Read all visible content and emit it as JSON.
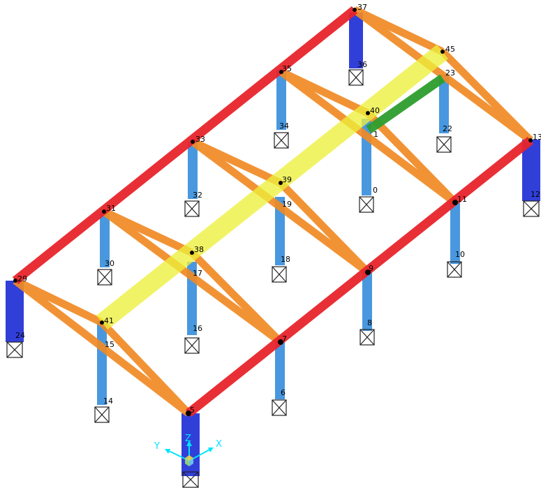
{
  "viewport": {
    "name": "3d-frame-model-view",
    "background": "#ffffff"
  },
  "colors": {
    "roof_beam": "#e8242c",
    "column_light": "#3a8fdc",
    "column_dark": "#1f2fd6",
    "brace": "#f08a24",
    "ridge_beam": "#eef03c",
    "green_brace": "#2e9e2e",
    "support": "#222222",
    "node": "#000000",
    "axis": "#00e5ff"
  },
  "axes": {
    "x_label": "X",
    "y_label": "Y",
    "z_label": "Z"
  },
  "node_labels": {
    "n37": "37",
    "n45": "45",
    "n23": "23",
    "n36": "36",
    "n35": "35",
    "n40": "40",
    "n21": "1",
    "n34": "34",
    "n22": "22",
    "n13": "13",
    "n12": "12",
    "n33": "33",
    "n39": "39",
    "n19": "19",
    "n20": "0",
    "n32": "32",
    "n11": "11",
    "n31": "31",
    "n38": "38",
    "n17": "17",
    "n30": "30",
    "n18": "18",
    "n10": "10",
    "n9": "9",
    "n29": "29",
    "n41": "41",
    "n15": "15",
    "n16": "16",
    "n8": "8",
    "n24": "24",
    "n7": "7",
    "n14": "14",
    "n6": "6",
    "n5": "5"
  }
}
